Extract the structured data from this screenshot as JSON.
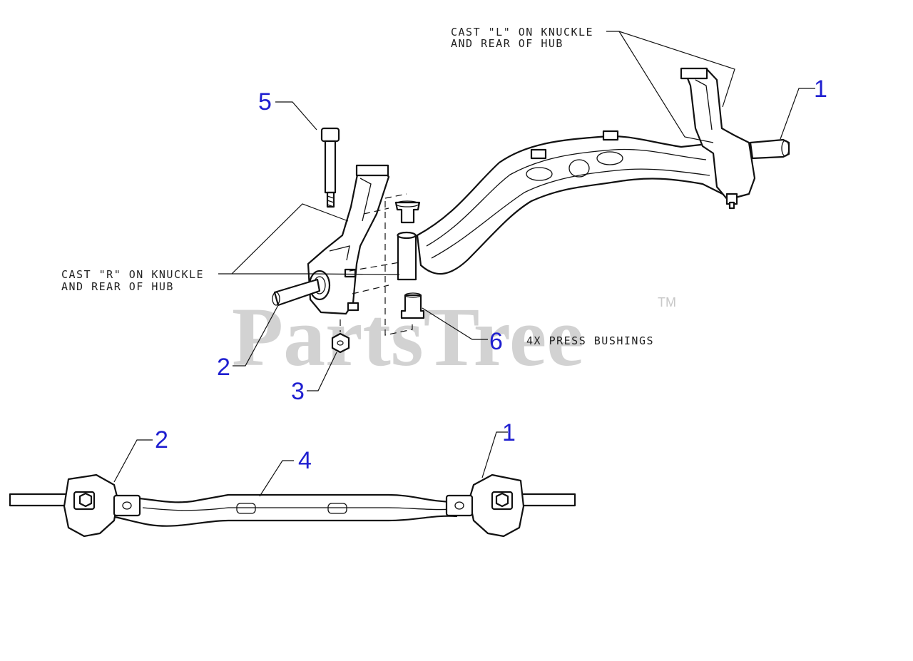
{
  "watermark": {
    "text": "PartsTree",
    "trademark": "TM"
  },
  "callouts": {
    "c1_top": "1",
    "c5": "5",
    "c2_top": "2",
    "c6": "6",
    "c3": "3",
    "c2_bottom": "2",
    "c4": "4",
    "c1_bottom": "1"
  },
  "notes": {
    "cast_l": {
      "line1": "CAST \"L\" ON KNUCKLE",
      "line2": "AND REAR OF HUB"
    },
    "cast_r": {
      "line1": "CAST \"R\" ON KNUCKLE",
      "line2": "AND REAR OF HUB"
    },
    "bushings": "4X PRESS BUSHINGS"
  }
}
